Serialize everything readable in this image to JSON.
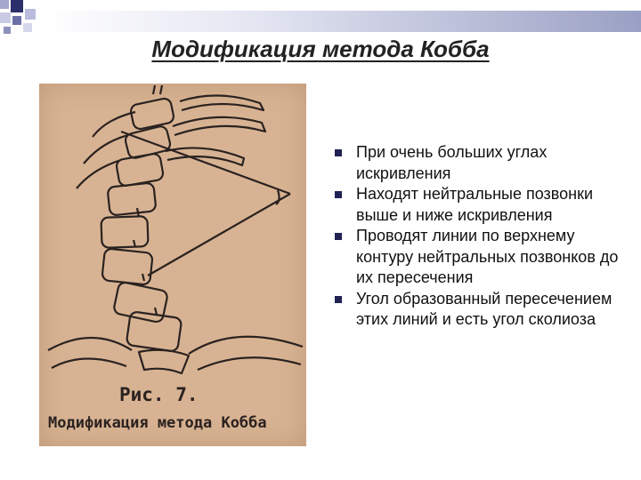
{
  "slide": {
    "title": "Модификация метода Кобба"
  },
  "figure": {
    "caption_number": "Рис. 7.",
    "caption_text": "Модификация метода Кобба"
  },
  "bullets": [
    "При очень больших углах искривления",
    "Находят нейтральные позвонки выше и ниже искривления",
    "Проводят линии по верхнему контуру нейтральных позвонков до их пересечения",
    "Угол образованный пересечением этих линий и есть угол сколиоза"
  ],
  "colors": {
    "bullet_marker": "#1f2252",
    "figure_background": "#d8b393",
    "title_bar_accent": "#9aa0c4"
  }
}
